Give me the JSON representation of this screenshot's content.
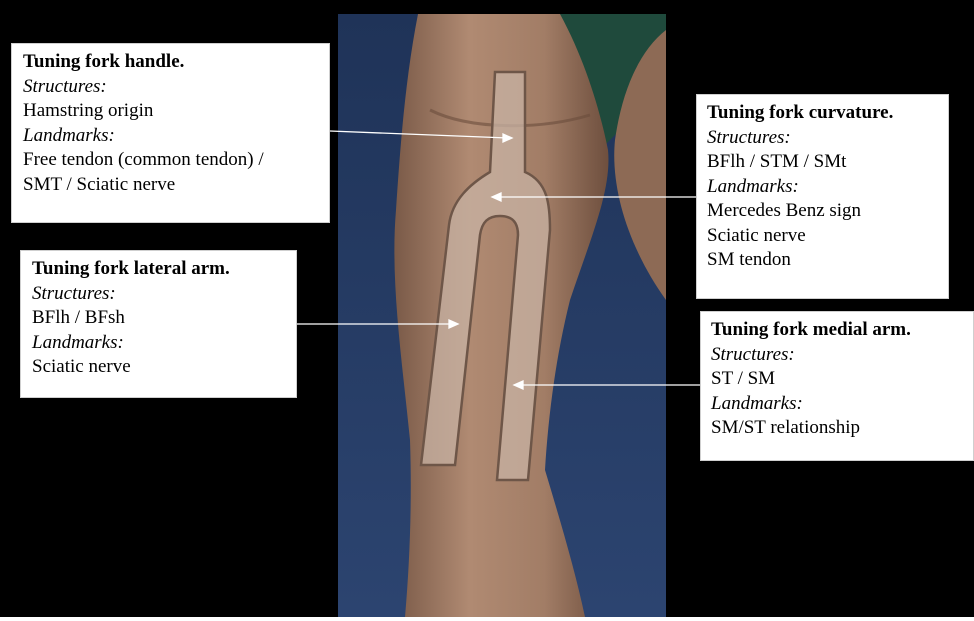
{
  "figure": {
    "callouts": [
      {
        "id": "handle",
        "heading": "Tuning fork handle.",
        "structures_label": "Structures:",
        "structures": [
          "Hamstring origin"
        ],
        "landmarks_label": "Landmarks:",
        "landmarks": [
          "Free tendon (common tendon) /",
          "SMT / Sciatic nerve"
        ]
      },
      {
        "id": "lateral",
        "heading": "Tuning fork lateral arm.",
        "structures_label": "Structures:",
        "structures": [
          "BFlh / BFsh"
        ],
        "landmarks_label": "Landmarks:",
        "landmarks": [
          "Sciatic nerve"
        ]
      },
      {
        "id": "curvature",
        "heading": "Tuning fork curvature.",
        "structures_label": "Structures:",
        "structures": [
          "BFlh / STM / SMt"
        ],
        "landmarks_label": "Landmarks:",
        "landmarks": [
          "Mercedes Benz sign",
          "Sciatic nerve",
          "SM tendon"
        ]
      },
      {
        "id": "medial",
        "heading": "Tuning fork medial arm.",
        "structures_label": "Structures:",
        "structures": [
          "ST / SM"
        ],
        "landmarks_label": "Landmarks:",
        "landmarks": [
          "SM/ST relationship"
        ]
      }
    ],
    "colors": {
      "background": "#000000",
      "drape": "#2a3f66",
      "skin": "#b08a72",
      "fork_fill": "#c8b3a4",
      "fork_outline": "#6e5648",
      "arrow": "#ffffff"
    }
  }
}
